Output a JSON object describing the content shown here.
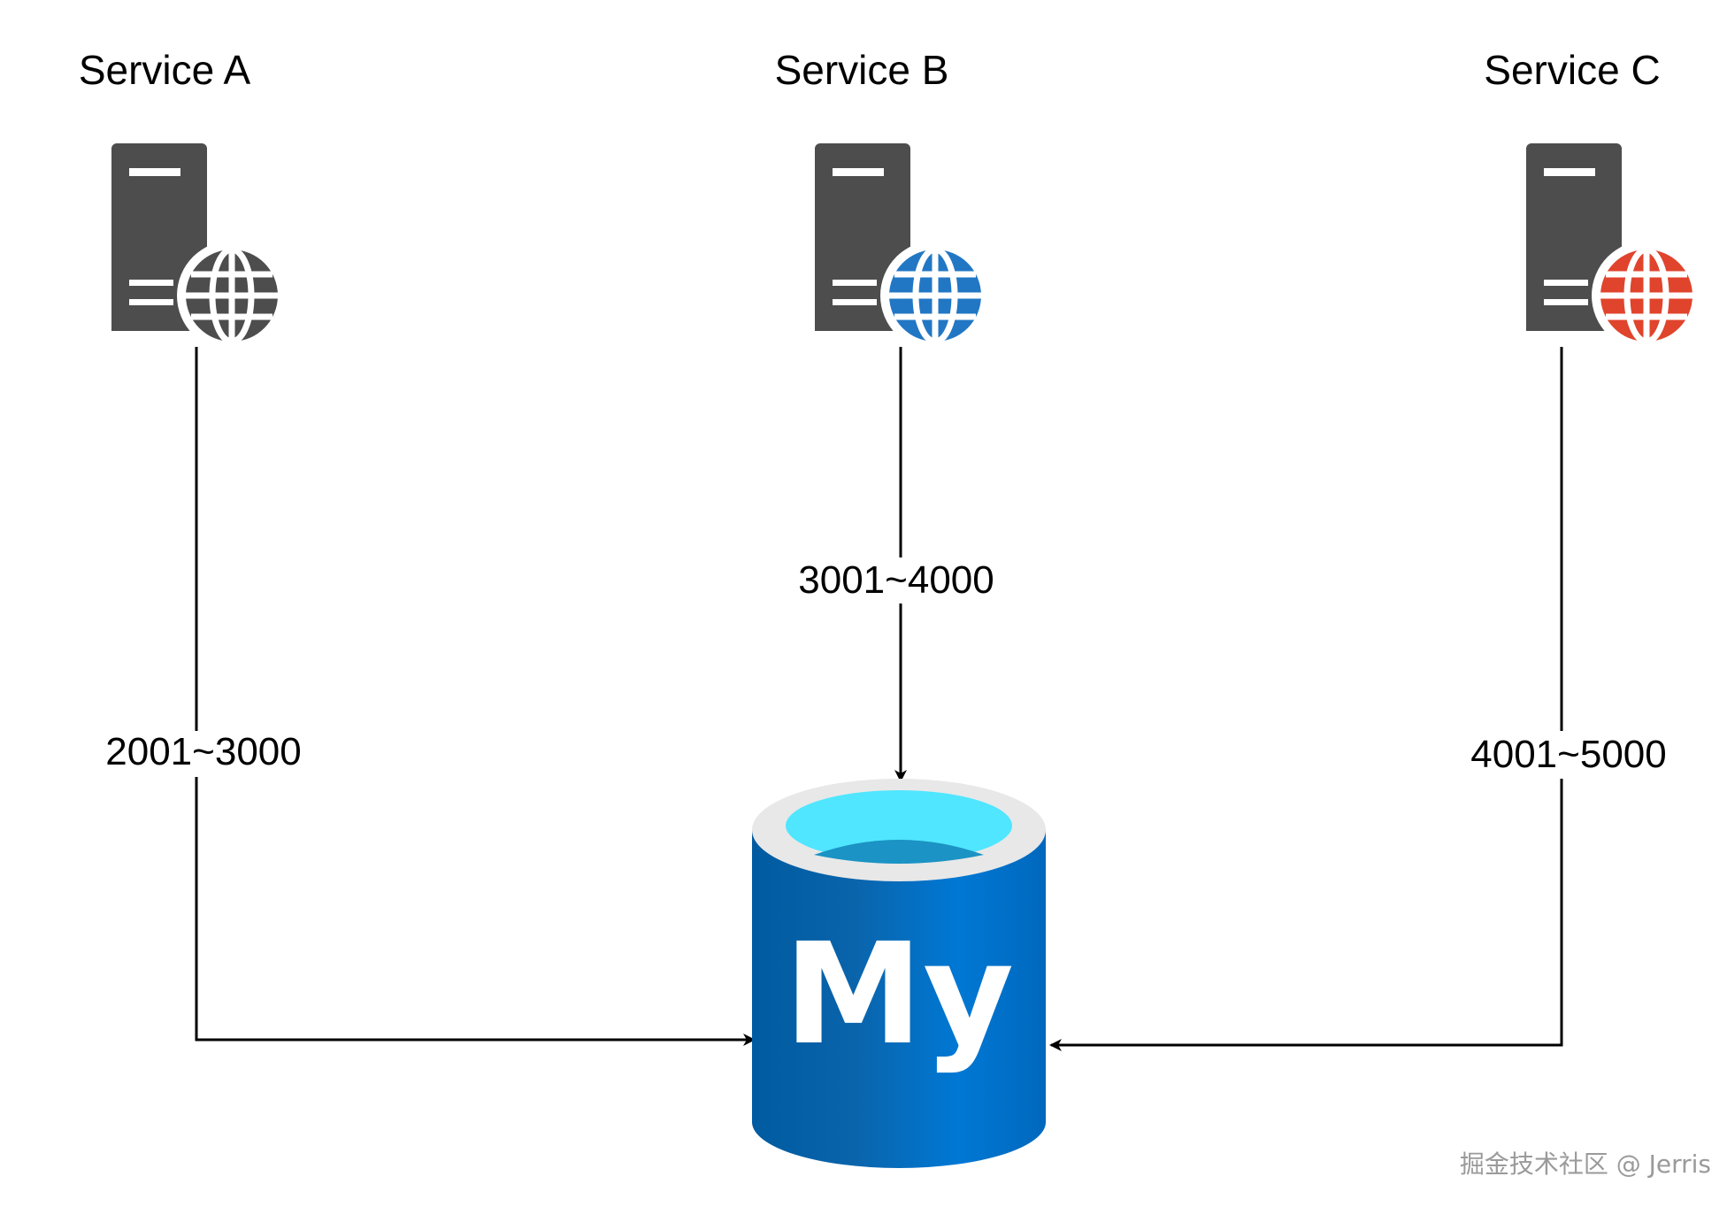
{
  "services": [
    {
      "title": "Service A",
      "range": "2001~3000",
      "globe_color": "#4d4d4d"
    },
    {
      "title": "Service B",
      "range": "3001~4000",
      "globe_color": "#2277c4"
    },
    {
      "title": "Service C",
      "range": "4001~5000",
      "globe_color": "#e0442c"
    }
  ],
  "database": {
    "label": "My",
    "icon": "mysql-database-icon",
    "colors": {
      "body": "#0072c6",
      "body_dark": "#005ba1",
      "rim": "#e8e8e8",
      "liquid_light": "#50e6ff",
      "liquid_dark": "#1b93c4"
    }
  },
  "server_icon": {
    "name": "web-server-icon",
    "color": "#4d4d4d"
  },
  "watermark": "掘金技术社区 @ Jerris"
}
